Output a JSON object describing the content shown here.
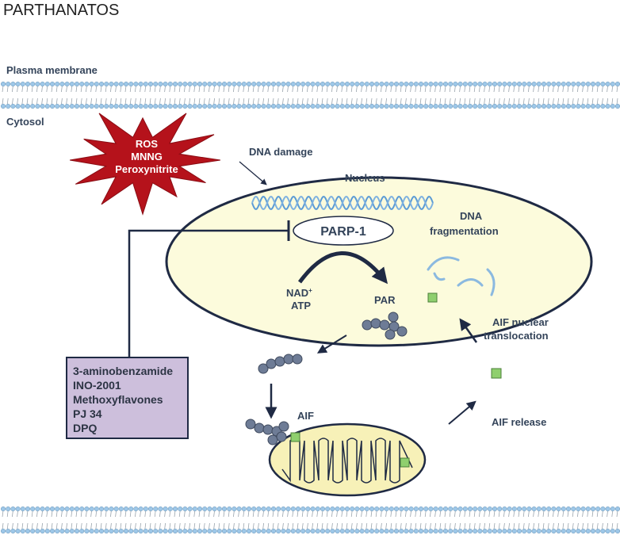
{
  "title": "PARTHANATOS",
  "labels": {
    "plasma_membrane": "Plasma membrane",
    "cytosol": "Cytosol",
    "dna_damage": "DNA  damage",
    "nucleus": "Nucleus",
    "parp1": "PARP-1",
    "dna_fragmentation_1": "DNA",
    "dna_fragmentation_2": "fragmentation",
    "nad": "NAD",
    "nad_sup": "+",
    "atp": "ATP",
    "par": "PAR",
    "aif_translocation_1": "AIF nuclear",
    "aif_translocation_2": "translocation",
    "aif": "AIF",
    "aif_release": "AIF release"
  },
  "stressors": [
    "ROS",
    "MNNG",
    "Peroxynitrite"
  ],
  "inhibitors": [
    "3-aminobenzamide",
    "INO-2001",
    "Methoxyflavones",
    "PJ 34",
    "DPQ"
  ],
  "colors": {
    "starburst": "#b5121b",
    "nucleus_fill": "#fcfbdc",
    "mito_fill": "#f7f1b8",
    "inhibitor_box": "#cdbfdc",
    "par_bead": "#6e7c96",
    "aif_square": "#8fcf6e",
    "membrane": "#9dc7e8",
    "dna_helix": "#5b9bd5"
  }
}
